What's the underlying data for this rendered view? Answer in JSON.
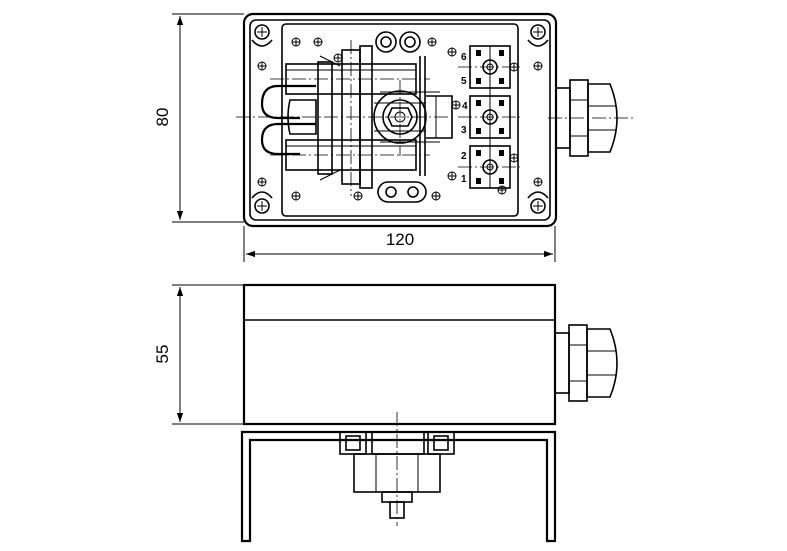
{
  "dimensions": {
    "height_top": "80",
    "width_top": "120",
    "height_side": "55"
  },
  "terminal_labels": [
    "6",
    "5",
    "4",
    "3",
    "2",
    "1"
  ]
}
